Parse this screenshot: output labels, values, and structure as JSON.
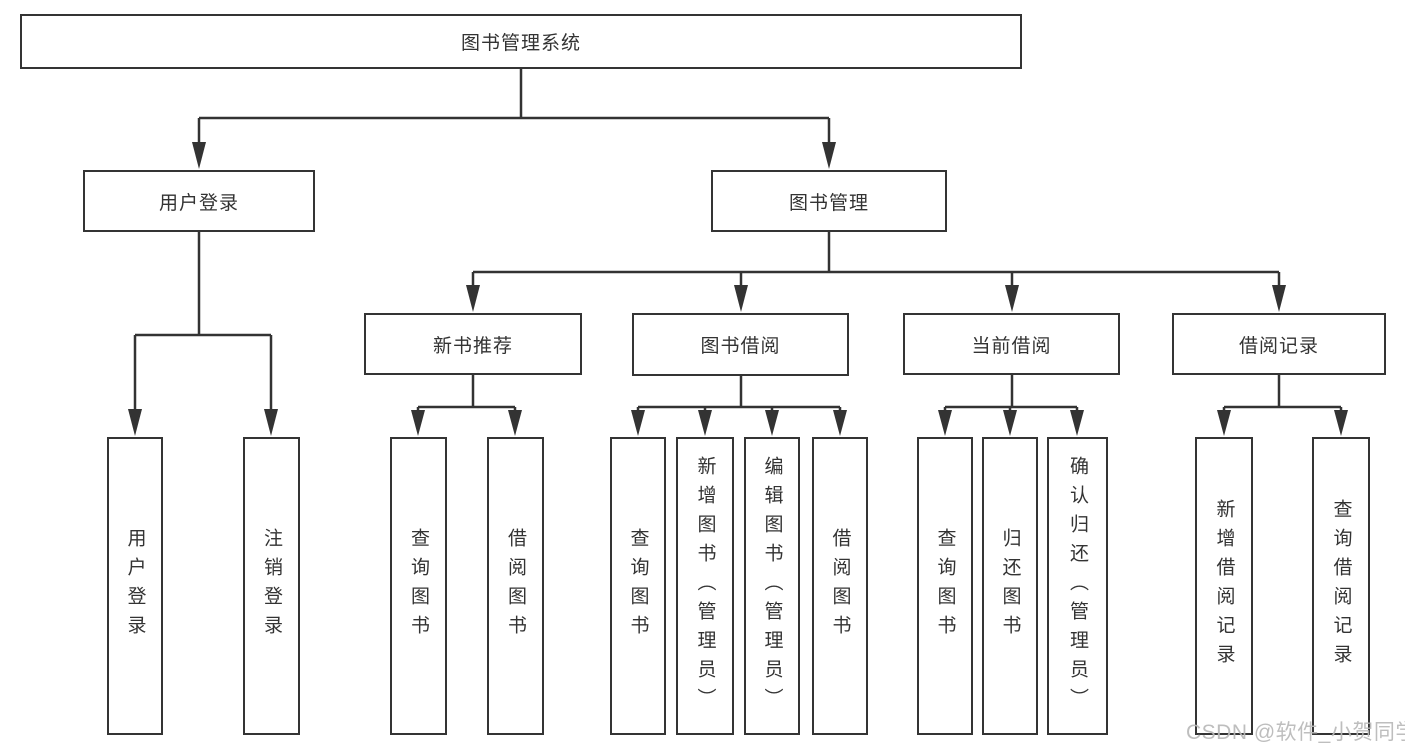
{
  "diagram": {
    "root": {
      "label": "图书管理系统"
    },
    "branches": [
      {
        "label": "用户登录",
        "leaves": [
          {
            "label": "用户登录"
          },
          {
            "label": "注销登录"
          }
        ]
      },
      {
        "label": "图书管理",
        "groups": [
          {
            "label": "新书推荐",
            "leaves": [
              {
                "label": "查询图书"
              },
              {
                "label": "借阅图书"
              }
            ]
          },
          {
            "label": "图书借阅",
            "leaves": [
              {
                "label": "查询图书"
              },
              {
                "label": "新增图书（管理员）"
              },
              {
                "label": "编辑图书（管理员）"
              },
              {
                "label": "借阅图书"
              }
            ]
          },
          {
            "label": "当前借阅",
            "leaves": [
              {
                "label": "查询图书"
              },
              {
                "label": "归还图书"
              },
              {
                "label": "确认归还（管理员）"
              }
            ]
          },
          {
            "label": "借阅记录",
            "leaves": [
              {
                "label": "新增借阅记录"
              },
              {
                "label": "查询借阅记录"
              }
            ]
          }
        ]
      }
    ]
  },
  "watermark": {
    "text": "CSDN @软件_小贺同学"
  },
  "colors": {
    "line": "#333333",
    "box_border": "#343434",
    "text": "#333333",
    "background": "#ffffff",
    "watermark": "#b9b9b9"
  }
}
